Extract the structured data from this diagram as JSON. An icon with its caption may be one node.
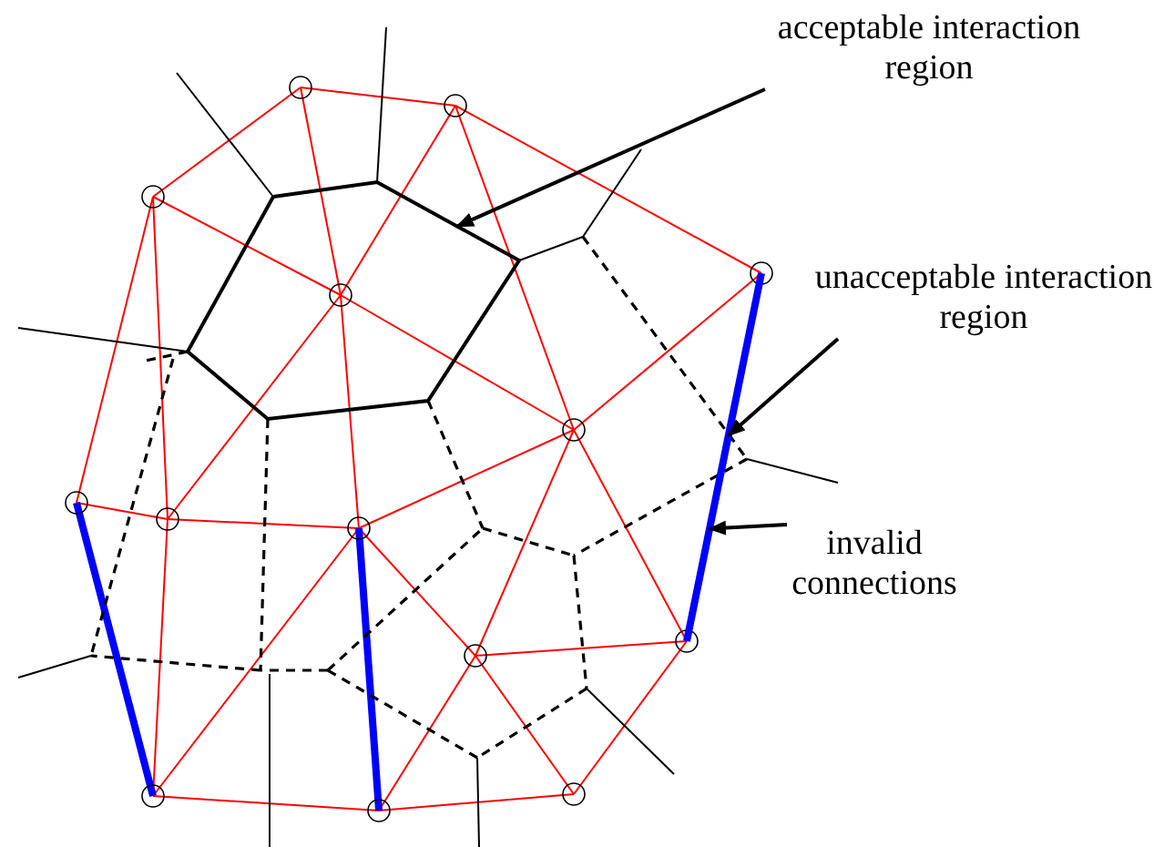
{
  "diagram": {
    "nodes": [
      {
        "text": [
          "acceptable interaction region"
        ]
      },
      {
        "text": [],
        "shape": "hexagon"
      },
      {
        "text": [
          "unacceptable interaction region"
        ]
      },
      {
        "text": [],
        "shape": "line"
      },
      {
        "text": [
          "invalid connections"
        ]
      }
    ],
    "edges": [
      {
        "from": 0,
        "to": 1,
        "arrow": "to"
      },
      {
        "from": 2,
        "to": 3,
        "arrow": "to"
      },
      {
        "from": 4,
        "to": 3,
        "arrow": "to"
      }
    ]
  }
}
